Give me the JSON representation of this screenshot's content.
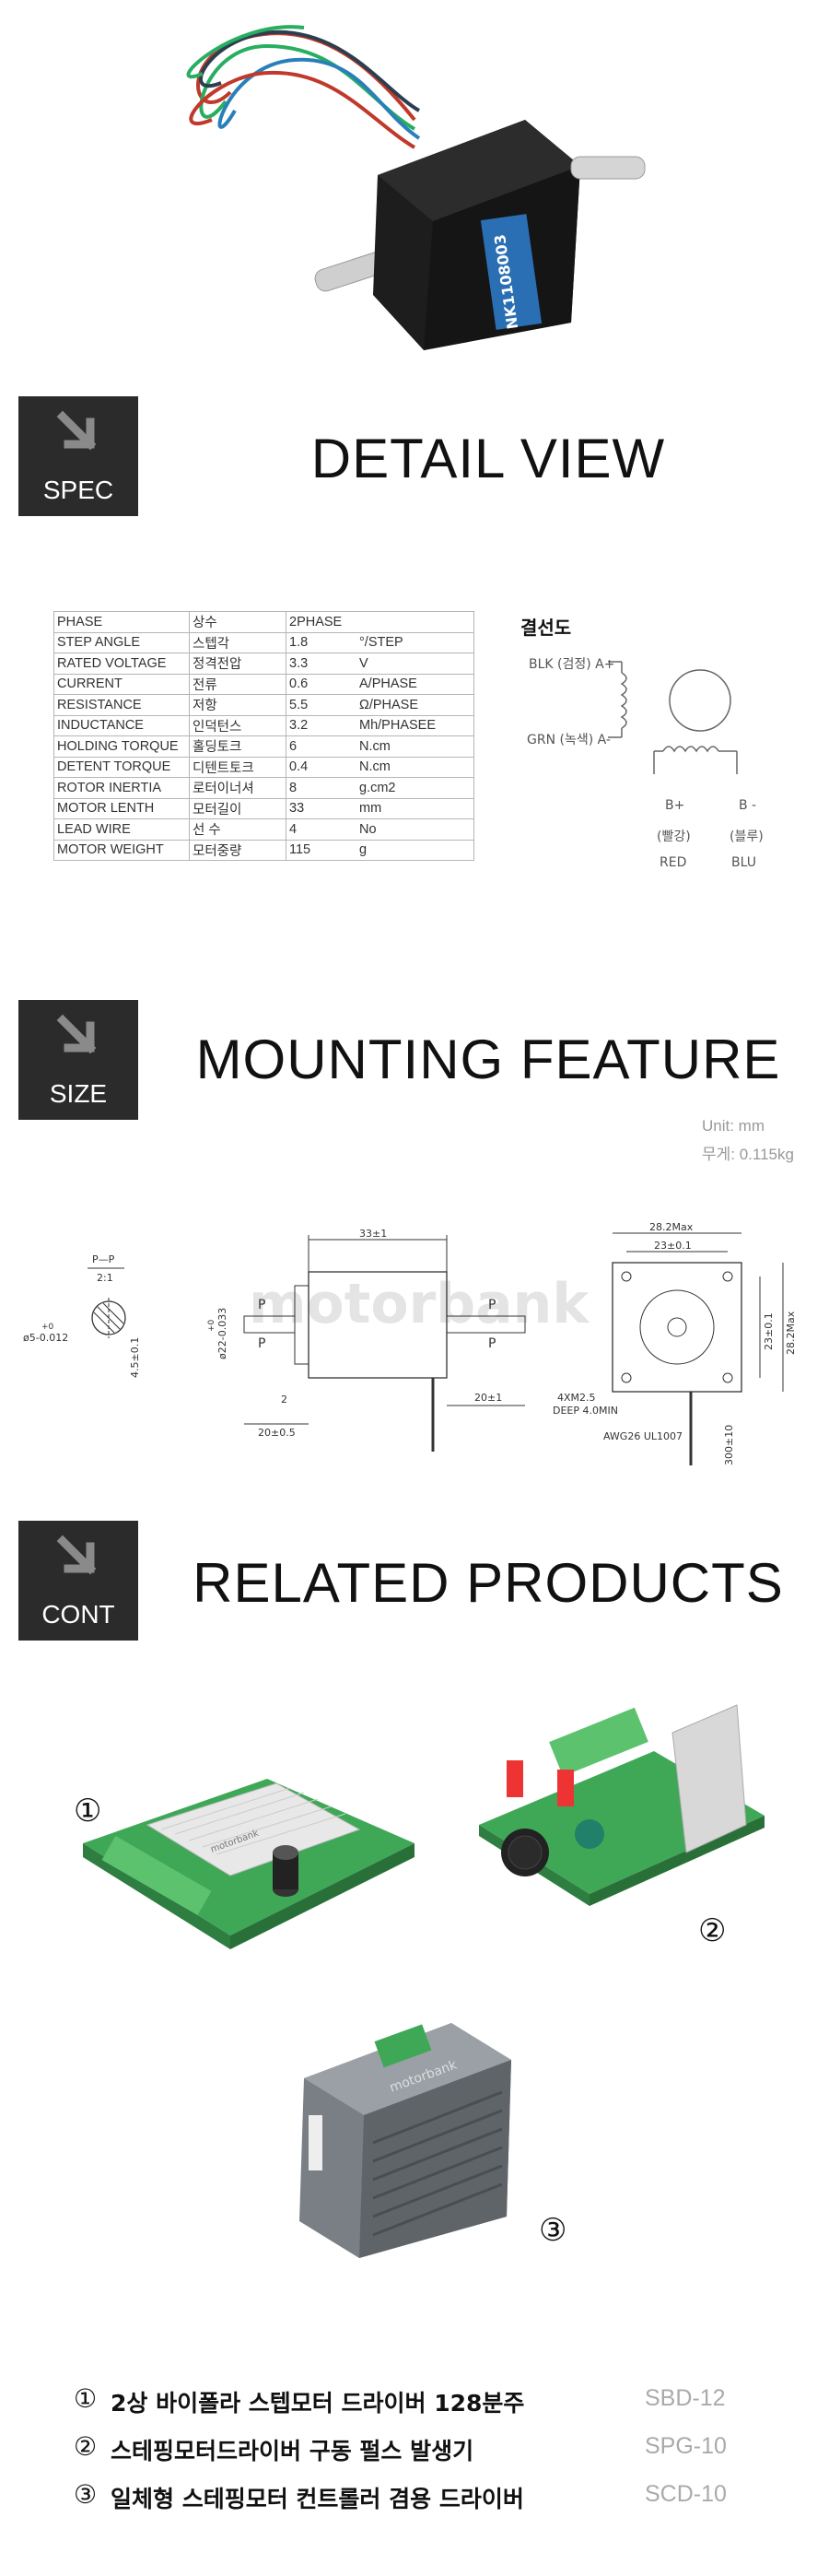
{
  "sections": {
    "spec": {
      "badge": "SPEC",
      "title": "DETAIL VIEW"
    },
    "size": {
      "badge": "SIZE",
      "title": "MOUNTING FEATURE"
    },
    "cont": {
      "badge": "CONT",
      "title": "RELATED PRODUCTS"
    }
  },
  "motor_label": "NK1108003",
  "spec_table": [
    [
      "PHASE",
      "상수",
      "2PHASE",
      ""
    ],
    [
      "STEP ANGLE",
      "스텝각",
      "1.8",
      "°/STEP"
    ],
    [
      "RATED VOLTAGE",
      "정격전압",
      "3.3",
      "V"
    ],
    [
      "CURRENT",
      "전류",
      "0.6",
      "A/PHASE"
    ],
    [
      "RESISTANCE",
      "저항",
      "5.5",
      "Ω/PHASE"
    ],
    [
      "INDUCTANCE",
      "인덕턴스",
      "3.2",
      "Mh/PHASEE"
    ],
    [
      "HOLDING TORQUE",
      "홀딩토크",
      "6",
      "N.cm"
    ],
    [
      "DETENT TORQUE",
      "디텐트토크",
      "0.4",
      "N.cm"
    ],
    [
      "ROTOR INERTIA",
      "로터이너셔",
      "8",
      "g.cm2"
    ],
    [
      "MOTOR LENTH",
      "모터길이",
      "33",
      "mm"
    ],
    [
      "LEAD WIRE",
      "선 수",
      "4",
      "No"
    ],
    [
      "MOTOR WEIGHT",
      "모터중량",
      "115",
      "g"
    ]
  ],
  "wiring": {
    "title": "결선도",
    "blk": "BLK (검정) A+",
    "grn": "GRN (녹색) A-",
    "bplus": "B+",
    "bminus": "B -",
    "red_kr": "(빨강)",
    "blu_kr": "(블루)",
    "red": "RED",
    "blu": "BLU"
  },
  "mounting": {
    "unit": "Unit: mm",
    "weight": "무게: 0.115kg",
    "dims": {
      "pp": "P—P",
      "scale": "2:1",
      "shaft_dia": "ø5-0.012",
      "shaft_tol": "+0",
      "flat": "4.5±0.1",
      "body_len": "33±1",
      "boss": "ø22-0.033",
      "boss_tol": "+0",
      "shaft_front": "20±0.5",
      "step": "2",
      "shaft_rear": "20±1",
      "p": "P",
      "width_max": "28.2Max",
      "hole_pitch": "23±0.1",
      "side_pitch": "23±0.1",
      "side_max": "28.2Max",
      "screw": "4XM2.5",
      "deep": "DEEP 4.0MIN",
      "wire": "AWG26 UL1007",
      "lead_len": "300±10",
      "watermark": "motorbank"
    }
  },
  "related_products": [
    {
      "num": "①",
      "name": "2상 바이폴라 스텝모터 드라이버 128분주",
      "code": "SBD-12"
    },
    {
      "num": "②",
      "name": "스테핑모터드라이버 구동 펄스 발생기",
      "code": "SPG-10"
    },
    {
      "num": "③",
      "name": "일체형 스테핑모터 컨트롤러 겸용 드라이버",
      "code": "SCD-10"
    }
  ],
  "product_image_labels": {
    "board_text": "motorbank",
    "n1": "①",
    "n2": "②",
    "n3": "③"
  }
}
